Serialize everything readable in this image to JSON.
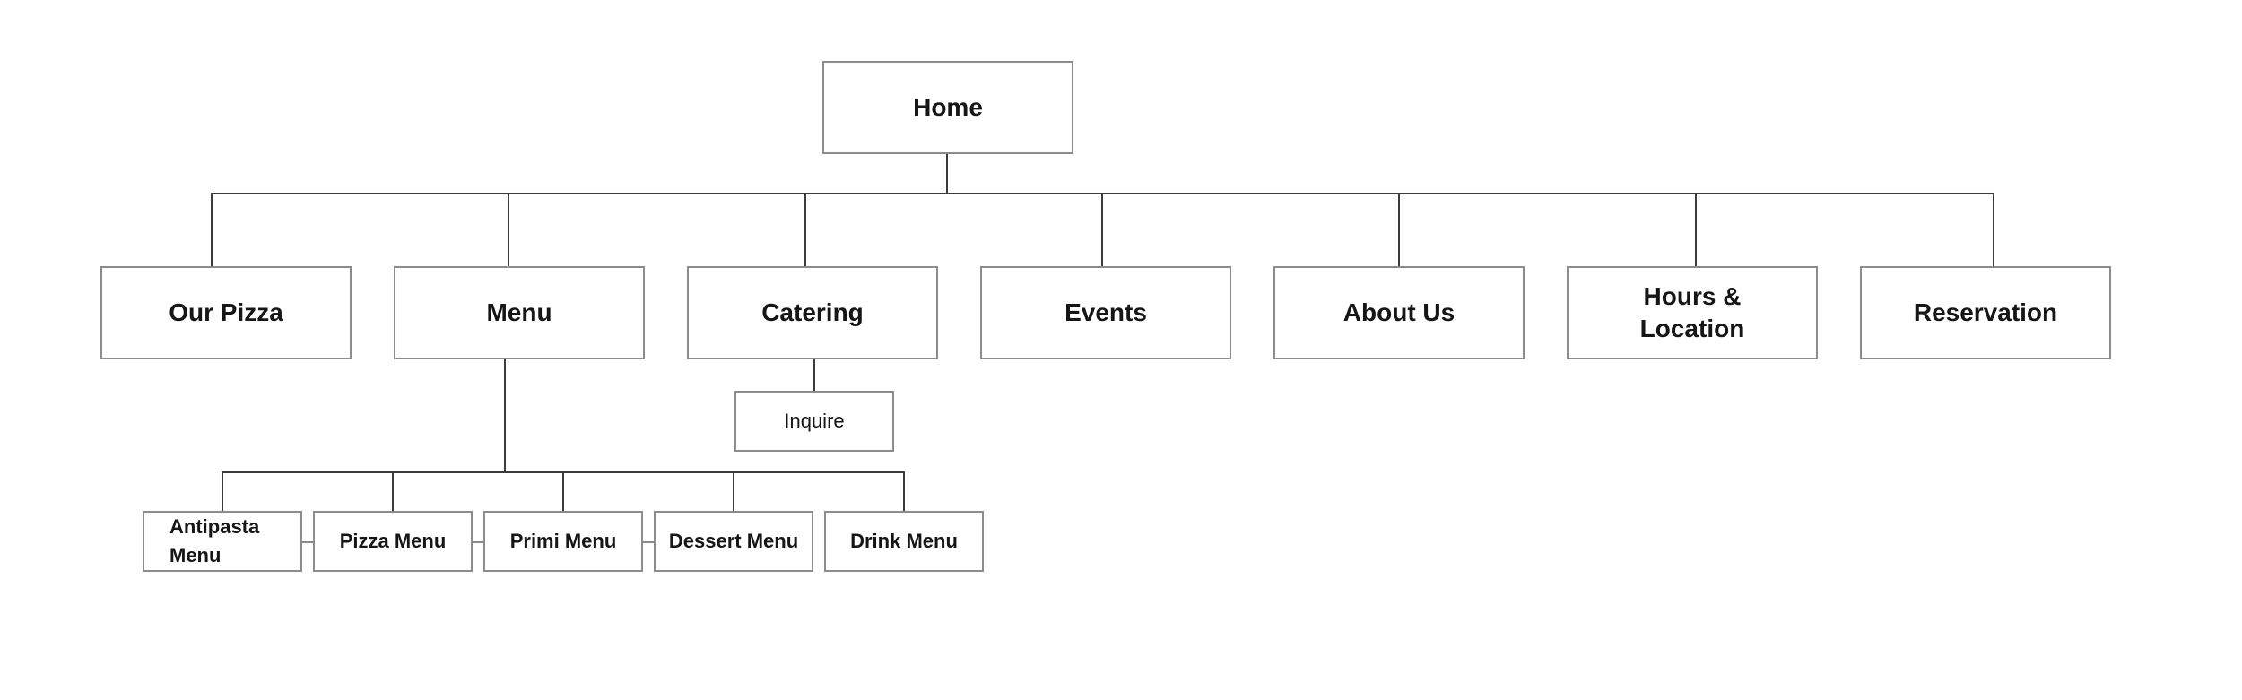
{
  "diagram": {
    "title": "Website sitemap flowchart",
    "colors": {
      "background": "#ffffff",
      "connector_line": "#3c3c3c",
      "sibling_tie_line": "#8a8a8a",
      "box_border": "#8c8c8c",
      "box_fill": "#ffffff",
      "text": "#161616"
    },
    "nodes": {
      "home": {
        "label": "Home",
        "level": "root"
      },
      "our_pizza": {
        "label": "Our Pizza",
        "level": "1",
        "parent": "Home"
      },
      "menu": {
        "label": "Menu",
        "level": "1",
        "parent": "Home"
      },
      "catering": {
        "label": "Catering",
        "level": "1",
        "parent": "Home"
      },
      "events": {
        "label": "Events",
        "level": "1",
        "parent": "Home"
      },
      "about_us": {
        "label": "About Us",
        "level": "1",
        "parent": "Home"
      },
      "hours_location": {
        "label": "Hours & Location",
        "level": "1",
        "parent": "Home"
      },
      "reservation": {
        "label": "Reservation",
        "level": "1",
        "parent": "Home"
      },
      "inquire": {
        "label": "Inquire",
        "level": "2",
        "parent": "Catering"
      },
      "antipasta_menu": {
        "label": "Antipasta Menu",
        "level": "2",
        "parent": "Menu"
      },
      "pizza_menu": {
        "label": "Pizza Menu",
        "level": "2",
        "parent": "Menu"
      },
      "primi_menu": {
        "label": "Primi Menu",
        "level": "2",
        "parent": "Menu"
      },
      "dessert_menu": {
        "label": "Dessert Menu",
        "level": "2",
        "parent": "Menu"
      },
      "drink_menu": {
        "label": "Drink Menu",
        "level": "2",
        "parent": "Menu"
      }
    }
  }
}
